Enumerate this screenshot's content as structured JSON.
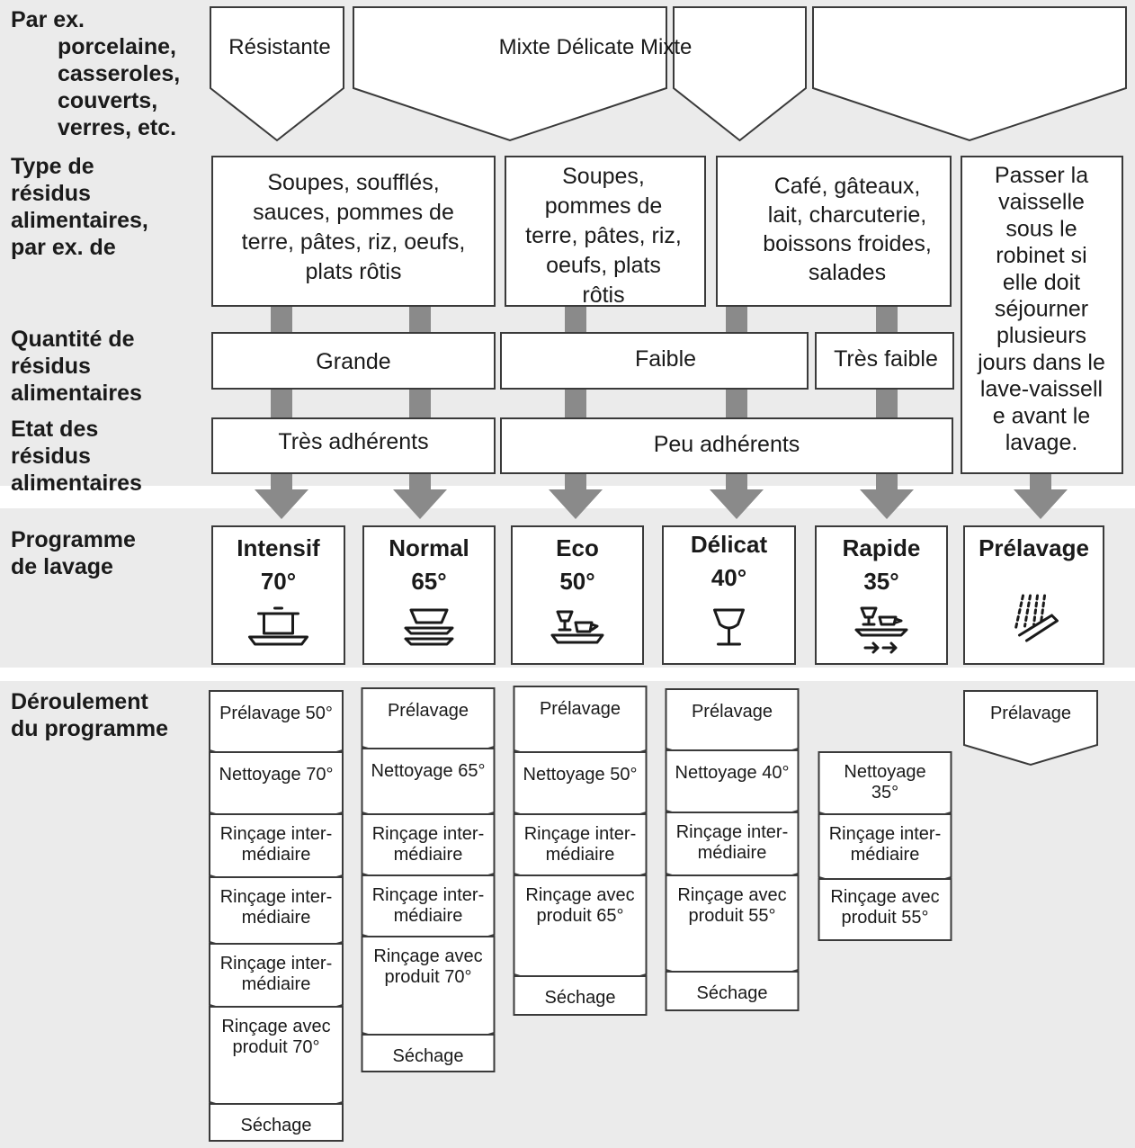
{
  "colors": {
    "band": "#ebebeb",
    "connector": "#8a8a8a",
    "border": "#3a3a3a",
    "text": "#1a1a1a"
  },
  "row_labels": {
    "dishes": [
      "Par ex.",
      "porcelaine,",
      "casseroles,",
      "couverts,",
      "verres, etc."
    ],
    "residue_type": [
      "Type de",
      "résidus",
      "alimentaires,",
      "par ex. de"
    ],
    "residue_quantity": [
      "Quantité de",
      "résidus",
      "alimentaires"
    ],
    "residue_state": [
      "Etat des",
      "résidus",
      "alimentaires"
    ],
    "program": [
      "Programme",
      "de lavage"
    ],
    "sequence": [
      "Déroulement",
      "du programme"
    ]
  },
  "dish_types": {
    "resistant": "Résistante",
    "mixed": "Mixte Délicate Mixte"
  },
  "residue_types": {
    "heavy": [
      "Soupes, soufflés,",
      "sauces, pommes de",
      "terre, pâtes, riz, oeufs,",
      "plats rôtis"
    ],
    "medium": [
      "Soupes,",
      "pommes de",
      "terre, pâtes, riz,",
      "oeufs, plats",
      "rôtis"
    ],
    "light": [
      "Café, gâteaux,",
      "lait, charcuterie,",
      "boissons froides,",
      "salades"
    ],
    "rinse_note": [
      "Passer la",
      "vaisselle",
      "sous le",
      "robinet si",
      "elle doit",
      "séjourner",
      "plusieurs",
      "jours dans le",
      "lave-vaissell",
      "e avant le",
      "lavage."
    ]
  },
  "quantities": {
    "large": "Grande",
    "small": "Faible",
    "very_small": "Très faible"
  },
  "states": {
    "very_sticky": "Très adhérents",
    "slightly_sticky": "Peu adhérents"
  },
  "programs": [
    {
      "name": "Intensif",
      "temp": "70°",
      "icon": "pot-icon"
    },
    {
      "name": "Normal",
      "temp": "65°",
      "icon": "plates-icon"
    },
    {
      "name": "Eco",
      "temp": "50°",
      "icon": "glass-cup-icon"
    },
    {
      "name": "Délicat",
      "temp": "40°",
      "icon": "wine-glass-icon"
    },
    {
      "name": "Rapide",
      "temp": "35°",
      "icon": "quick-wash-icon"
    },
    {
      "name": "Prélavage",
      "temp": "",
      "icon": "spray-icon"
    }
  ],
  "sequences": [
    {
      "steps": [
        [
          "Prélavage 50°"
        ],
        [
          "Nettoyage 70°"
        ],
        [
          "Rinçage inter-",
          "médiaire"
        ],
        [
          "Rinçage inter-",
          "médiaire"
        ],
        [
          "Rinçage inter-",
          "médiaire"
        ],
        [
          "Rinçage avec",
          "produit 70°"
        ]
      ],
      "last": "Séchage"
    },
    {
      "steps": [
        [
          "Prélavage"
        ],
        [
          "Nettoyage 65°"
        ],
        [
          "Rinçage inter-",
          "médiaire"
        ],
        [
          "Rinçage inter-",
          "médiaire"
        ],
        [
          "Rinçage avec",
          "produit 70°"
        ]
      ],
      "last": "Séchage"
    },
    {
      "steps": [
        [
          "Prélavage"
        ],
        [
          "Nettoyage 50°"
        ],
        [
          "Rinçage inter-",
          "médiaire"
        ],
        [
          "Rinçage avec",
          "produit 65°"
        ]
      ],
      "last": "Séchage"
    },
    {
      "steps": [
        [
          "Prélavage"
        ],
        [
          "Nettoyage 40°"
        ],
        [
          "Rinçage inter-",
          "médiaire"
        ],
        [
          "Rinçage avec",
          "produit 55°"
        ]
      ],
      "last": "Séchage"
    },
    {
      "steps": [
        [
          "Nettoyage",
          "35°"
        ],
        [
          "Rinçage inter-",
          "médiaire"
        ]
      ],
      "last": [
        "Rinçage avec",
        "produit 55°"
      ]
    },
    {
      "steps": [
        [
          "Prélavage"
        ]
      ],
      "last": ""
    }
  ]
}
